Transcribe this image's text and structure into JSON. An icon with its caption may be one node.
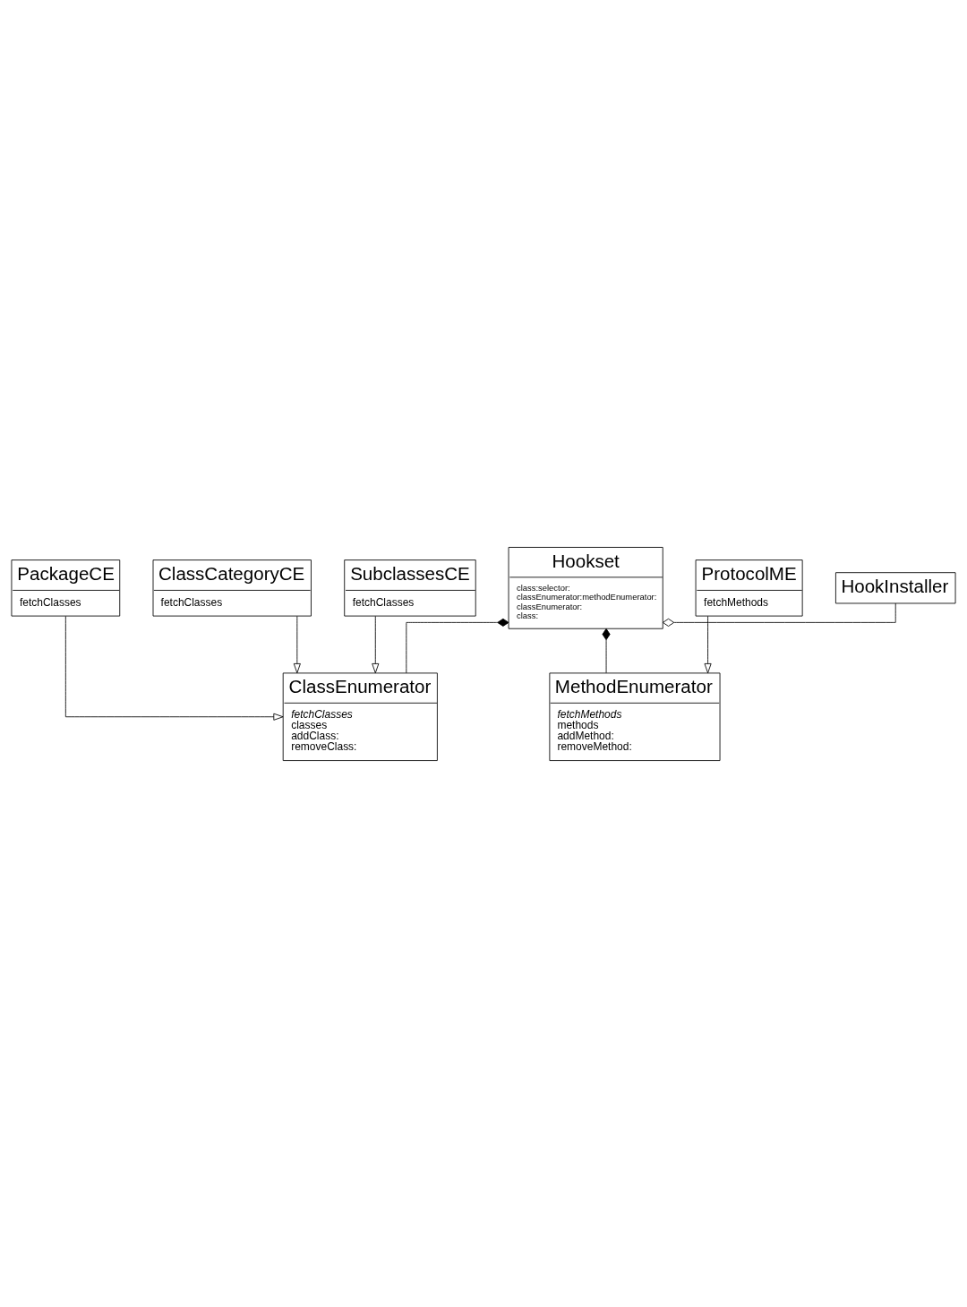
{
  "diagram": {
    "nodes": [
      {
        "text": [
          "Hookset",
          "class:selector:",
          "classEnumerator:methodEnumerator:",
          "classEnumerator:",
          "class:"
        ]
      },
      {
        "text": [
          "HookInstaller"
        ]
      },
      {
        "text": [
          "ClassEnumerator",
          "fetchClasses",
          "classes",
          "addClass:",
          "removeClass:"
        ]
      },
      {
        "text": [
          "MethodEnumerator",
          "fetchMethods",
          "methods",
          "addMethod:",
          "removeMethod:"
        ]
      },
      {
        "text": [
          "PackageCE",
          "fetchClasses"
        ]
      },
      {
        "text": [
          "ClassCategoryCE",
          "fetchClasses"
        ]
      },
      {
        "text": [
          "SubclassesCE",
          "fetchClasses"
        ]
      },
      {
        "text": [
          "ProtocolME",
          "fetchMethods"
        ]
      }
    ],
    "edges": [
      {
        "from": 1,
        "to": 0,
        "arrow": "other"
      },
      {
        "from": 0,
        "to": 2,
        "arrow": "other"
      },
      {
        "from": 0,
        "to": 3,
        "arrow": "other"
      },
      {
        "from": 4,
        "to": 2,
        "arrow": "to"
      },
      {
        "from": 5,
        "to": 2,
        "arrow": "to"
      },
      {
        "from": 6,
        "to": 2,
        "arrow": "to"
      },
      {
        "from": 7,
        "to": 3,
        "arrow": "to"
      }
    ]
  }
}
